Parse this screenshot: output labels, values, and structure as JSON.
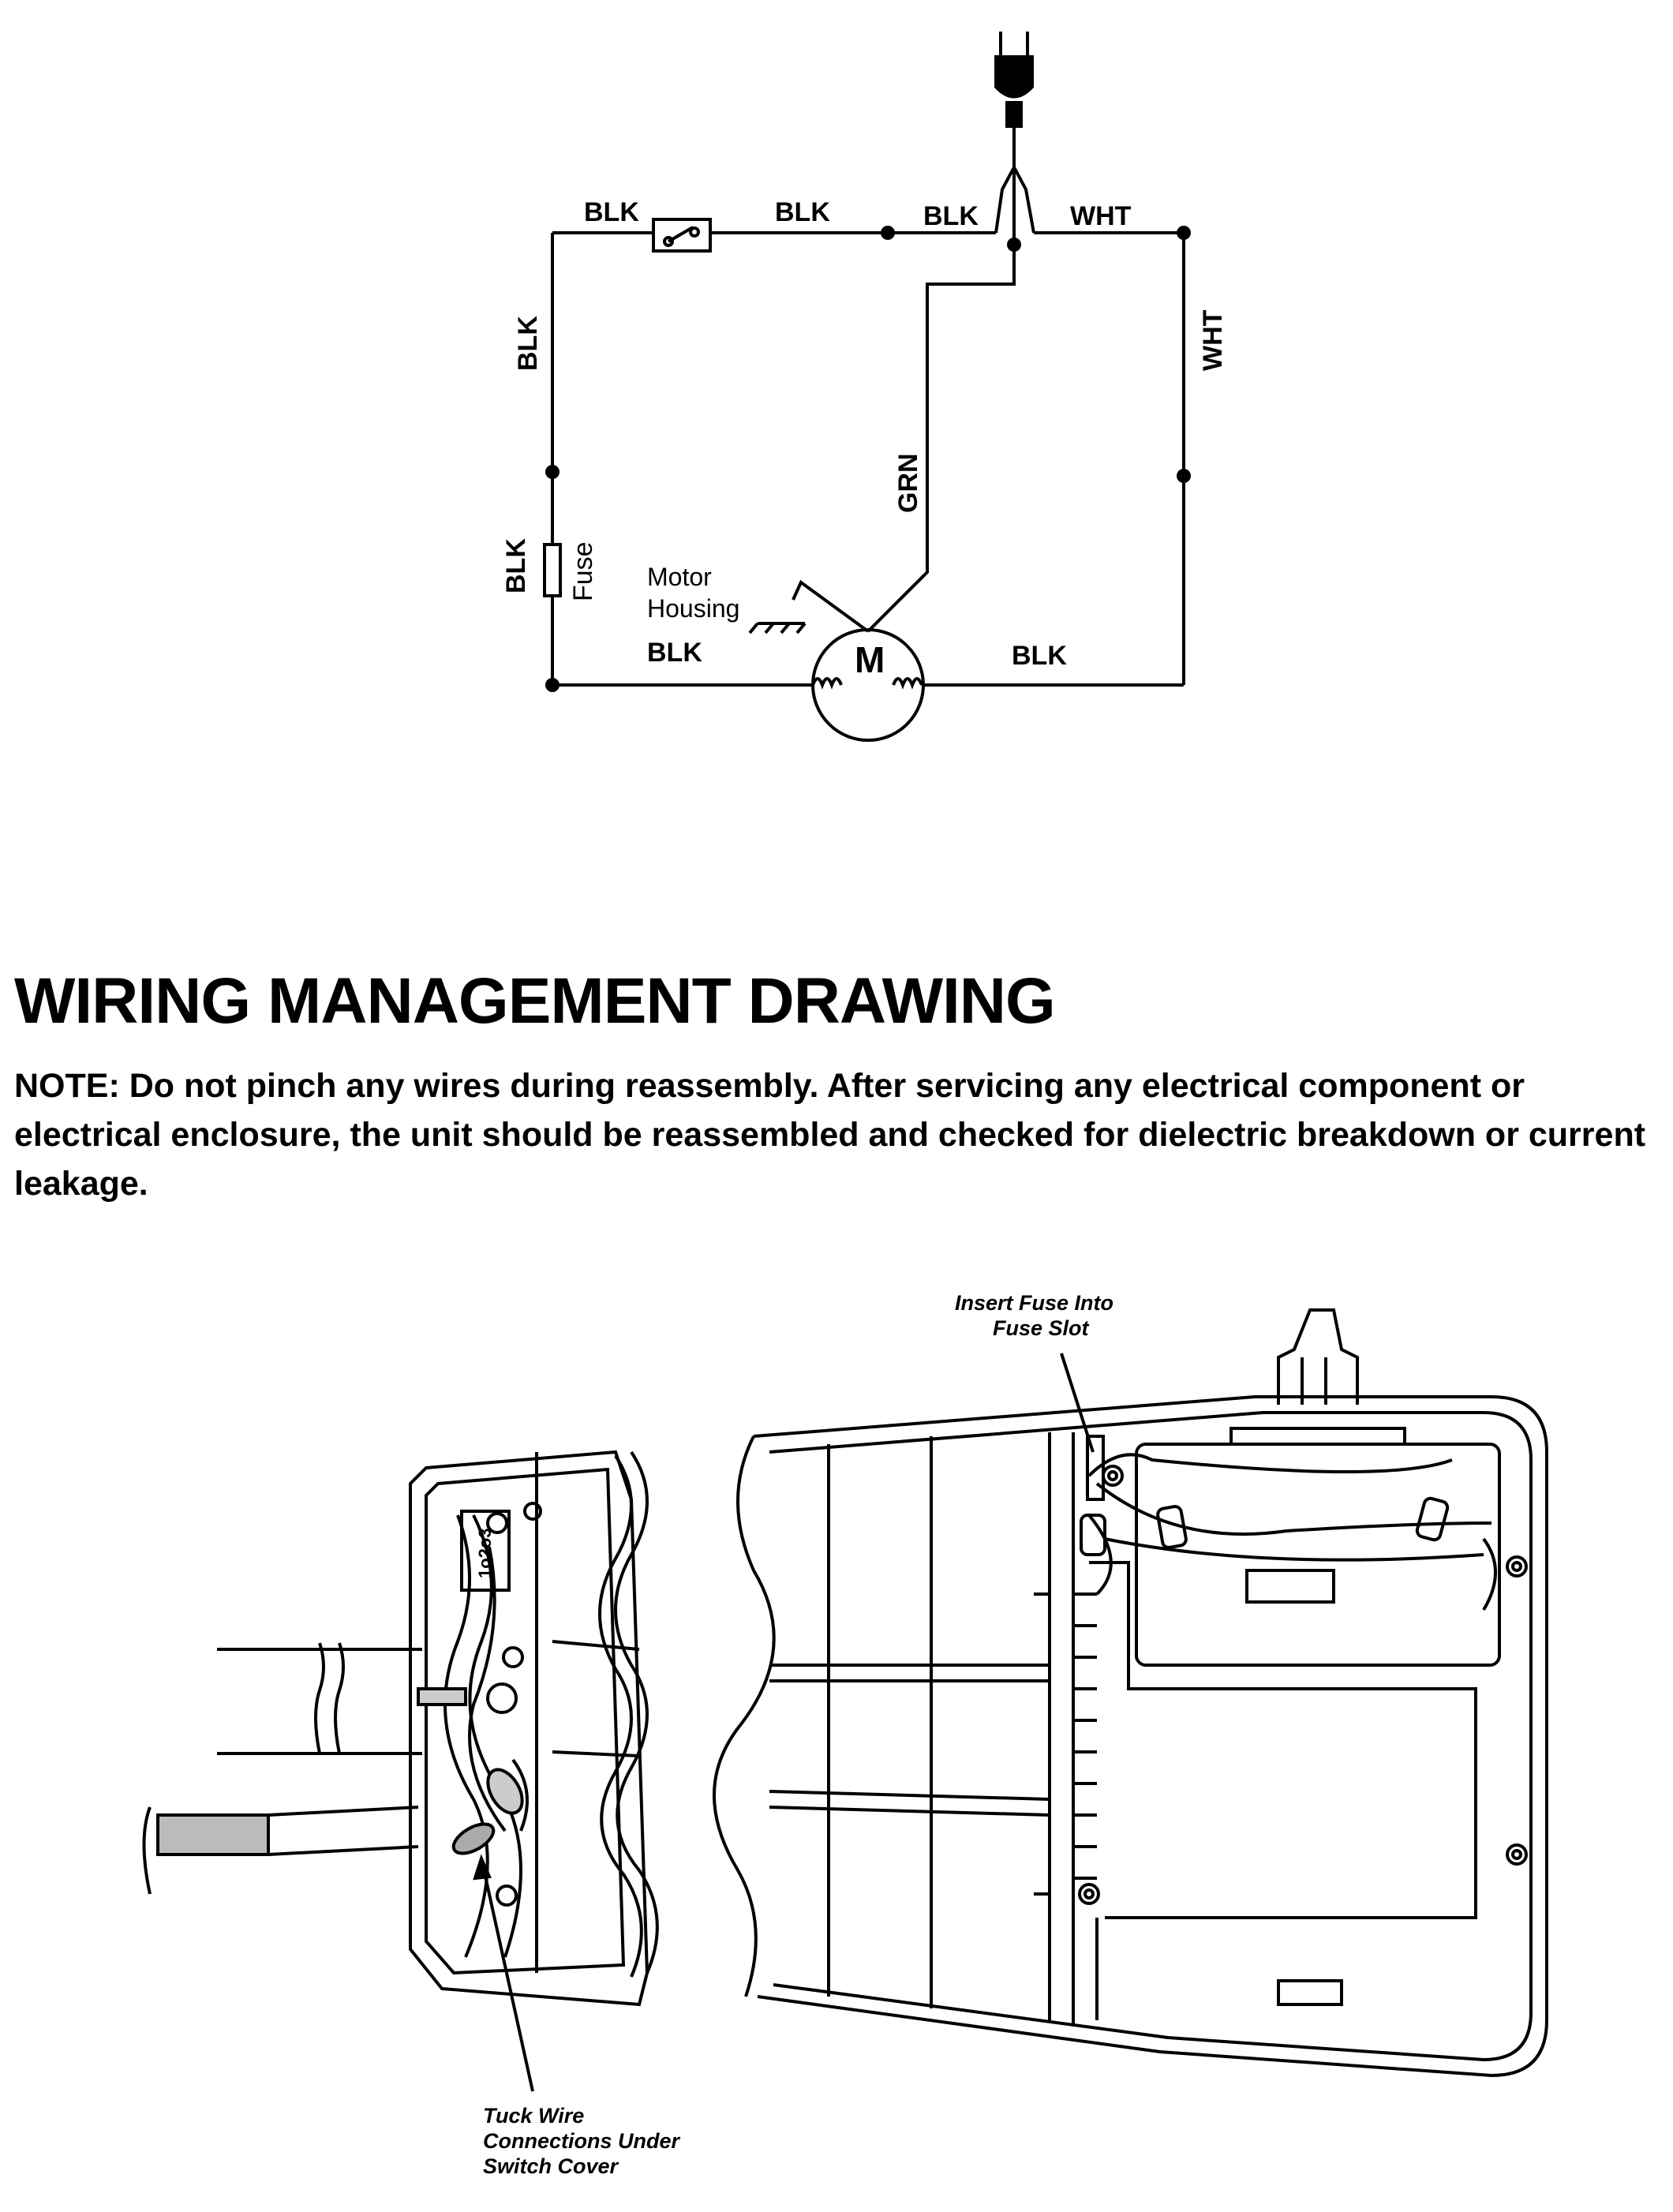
{
  "schematic": {
    "wire_labels": {
      "top_left_blk": "BLK",
      "top_mid_blk": "BLK",
      "top_cord_blk": "BLK",
      "top_wht": "WHT",
      "left_blk": "BLK",
      "right_wht": "WHT",
      "fuse_blk": "BLK",
      "grn": "GRN",
      "bottom_left_blk": "BLK",
      "bottom_right_blk": "BLK"
    },
    "fuse_label": "Fuse",
    "motor_housing_line1": "Motor",
    "motor_housing_line2": "Housing",
    "motor_symbol": "M"
  },
  "section": {
    "title": "WIRING MANAGEMENT DRAWING",
    "note": "NOTE:  Do not pinch any wires during reassembly.  After servicing any electrical component or electrical enclosure, the unit should be reassembled and checked for dielectric breakdown or current leakage."
  },
  "callouts": {
    "fuse_line1": "Insert Fuse Into",
    "fuse_line2": "Fuse Slot",
    "tuck_line1": "Tuck Wire",
    "tuck_line2": "Connections Under",
    "tuck_line3": "Switch Cover"
  }
}
